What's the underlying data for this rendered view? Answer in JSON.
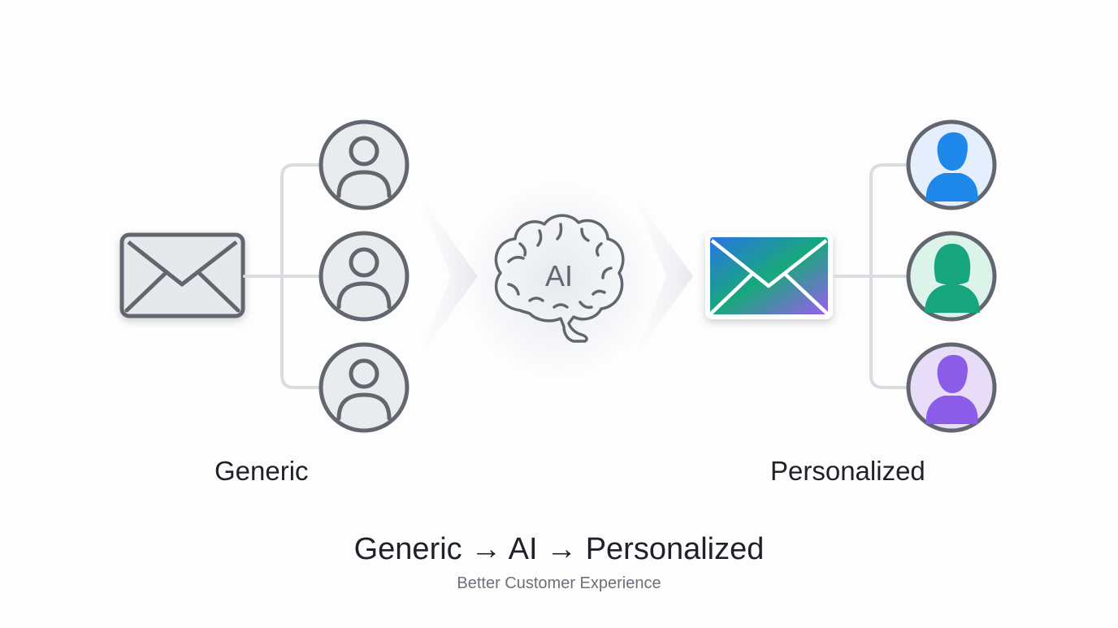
{
  "generic": {
    "label": "Generic",
    "envelope_icon": "envelope-icon",
    "recipient_icon": "user-outline-icon",
    "recipient_count": 3,
    "colors": {
      "stroke": "#62666e",
      "fill": "#e6e8ec",
      "connector": "#d9dce1"
    }
  },
  "ai": {
    "brain_icon": "brain-icon",
    "brain_text": "AI",
    "arrow_icon": "chevron-right-icon"
  },
  "personalized": {
    "label": "Personalized",
    "envelope_icon": "gradient-envelope-icon",
    "recipients": [
      {
        "icon": "person-male-icon",
        "color": "#1e88ea",
        "background": "#e4eefc"
      },
      {
        "icon": "person-female-icon",
        "color": "#16a57c",
        "background": "#dcf3e9"
      },
      {
        "icon": "person-male-icon",
        "color": "#8a5ce8",
        "background": "#e8ddf8"
      }
    ],
    "envelope_gradient": [
      "#2a74e4",
      "#18a87c",
      "#9b5cf0"
    ]
  },
  "footer": {
    "title": "Generic → AI → Personalized",
    "subtitle": "Better Customer Experience"
  }
}
